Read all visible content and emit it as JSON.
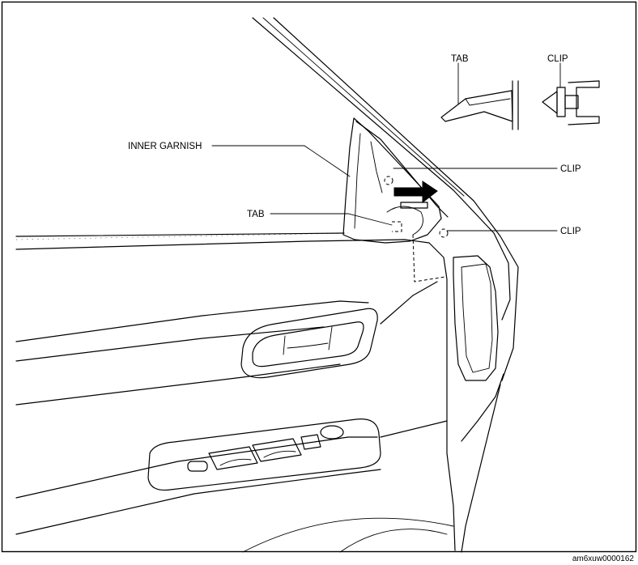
{
  "labels": {
    "inner_garnish": "INNER GARNISH",
    "tab_main": "TAB",
    "clip_upper": "CLIP",
    "clip_lower": "CLIP",
    "detail_tab": "TAB",
    "detail_clip": "CLIP"
  },
  "figure_code": "am6xuw0000162",
  "colors": {
    "line": "#000000",
    "background": "#ffffff",
    "arrow_fill": "#000000"
  },
  "icons": {
    "removal_arrow": "removal-direction-arrow",
    "clip_location": "dashed-circle-clip-marker",
    "tab_location": "dashed-tab-marker"
  }
}
